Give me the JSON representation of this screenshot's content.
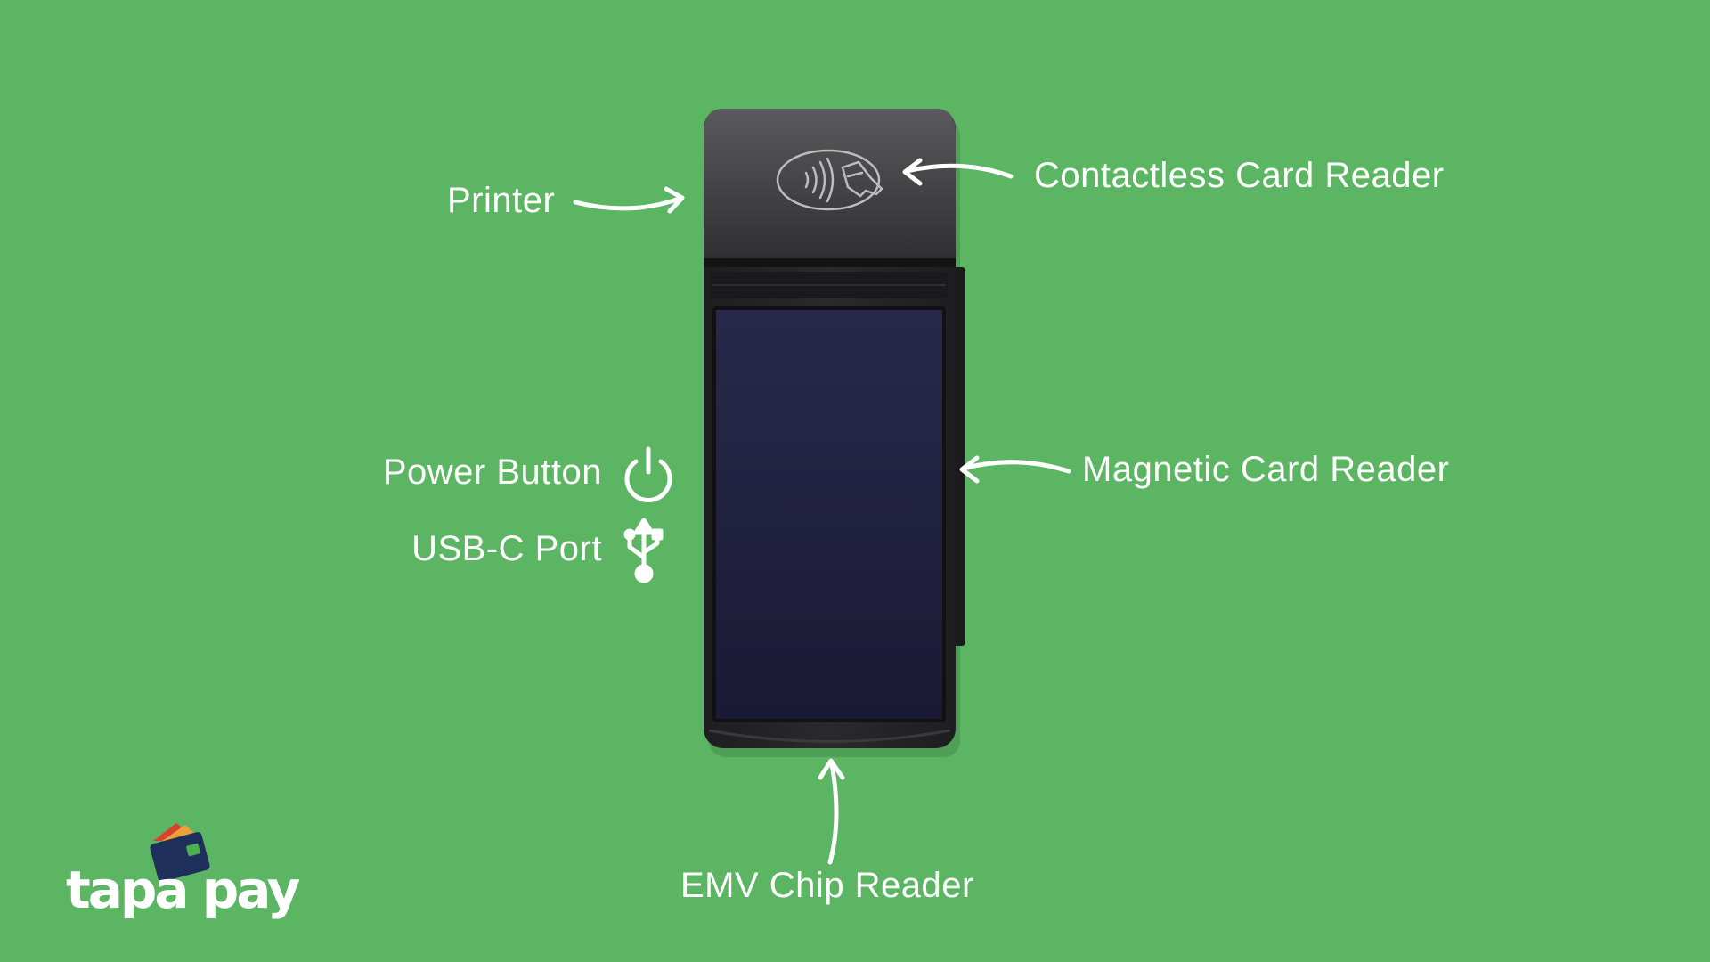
{
  "labels": {
    "printer": "Printer",
    "contactless": "Contactless Card Reader",
    "power": "Power Button",
    "usb": "USB-C Port",
    "magnetic": "Magnetic Card Reader",
    "emv": "EMV Chip Reader"
  },
  "brand": {
    "name": "tapa pay"
  },
  "icons": {
    "power": "power-icon",
    "usb": "usb-icon",
    "contactless": "contactless-payment-icon",
    "logo": "wallet-logo-icon"
  },
  "colors": {
    "background": "#5cb562",
    "text": "#ffffff",
    "device_body": "#2b2b2d",
    "screen": "#1c1c3a",
    "wallet": "#1f2f5c",
    "card_red": "#d9412a",
    "card_orange": "#e9a13b",
    "card_green": "#4caf50"
  }
}
